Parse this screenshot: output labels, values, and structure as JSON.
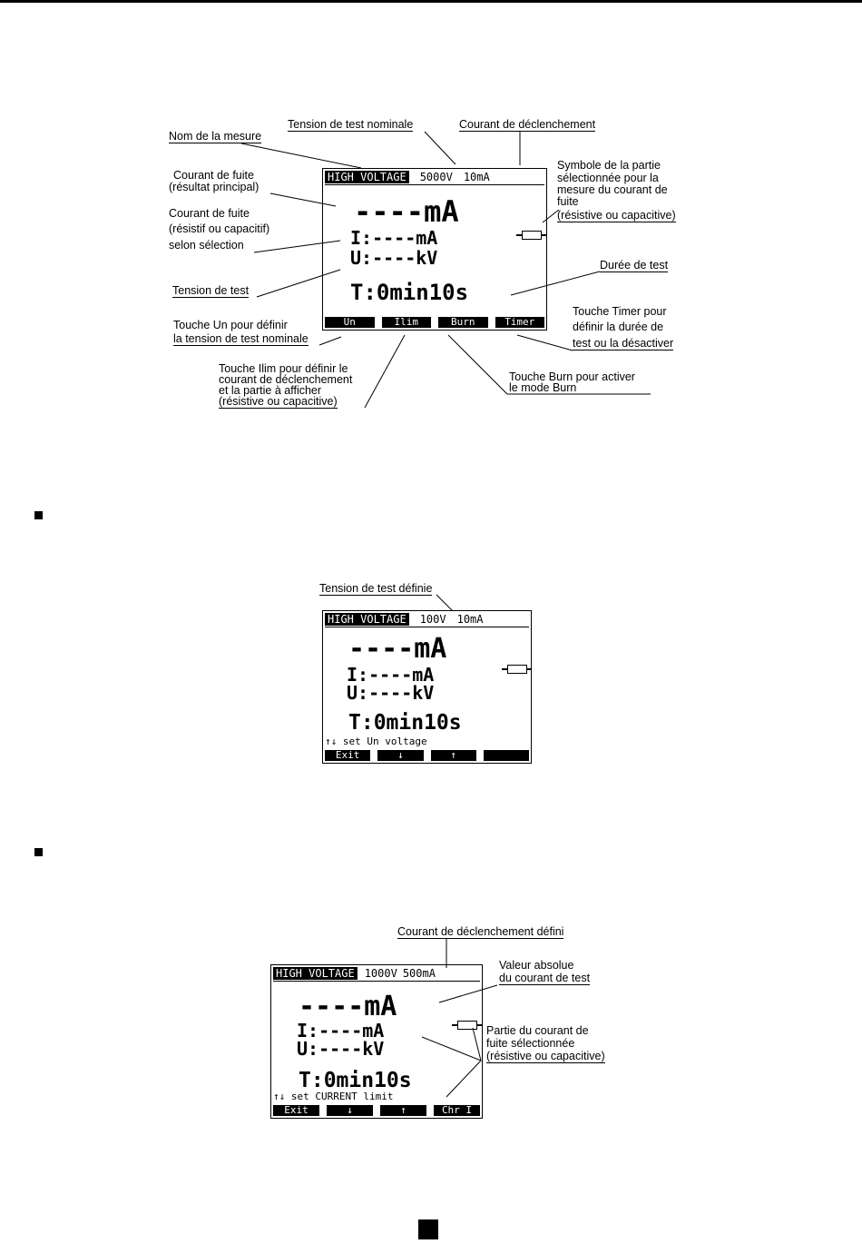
{
  "screen1": {
    "header": {
      "name": "HIGH VOLTAGE",
      "voltage": "5000V",
      "current": "10mA"
    },
    "main": "----mA",
    "i_row": "I:----mA",
    "u_row": "U:----kV",
    "timer": "T:0min10s",
    "fkeys": [
      "Un",
      "Ilim",
      "Burn",
      "Timer"
    ],
    "labels": {
      "nom": "Nom de la mesure",
      "tension_nominale": "Tension de test nominale",
      "courant_declenchement": "Courant de déclenchement",
      "courant_fuite_1": "Courant de fuite",
      "courant_fuite_2": "(résultat principal)",
      "fuite_sel_1": "Courant de fuite",
      "fuite_sel_2": "(résistif ou capacitif)",
      "fuite_sel_3": "selon sélection",
      "tension_test": "Tension de test",
      "symbole_1": "Symbole de la partie",
      "symbole_2": "sélectionnée pour la",
      "symbole_3": "mesure du courant de",
      "symbole_4": "fuite",
      "symbole_5": "(résistive ou capacitive)",
      "duree": "Durée de test",
      "un_1": "Touche Un pour définir",
      "un_2": "la tension de test nominale",
      "timer_1": "Touche Timer pour",
      "timer_2": "définir la durée de",
      "timer_3": "test ou la désactiver",
      "ilim_1": "Touche Ilim pour définir le",
      "ilim_2": "courant de déclenchement",
      "ilim_3": "et la partie à afficher",
      "ilim_4": "(résistive ou capacitive)",
      "burn_1": "Touche Burn pour activer",
      "burn_2": "le mode Burn"
    }
  },
  "screen2": {
    "label": "Tension de test définie",
    "header": {
      "name": "HIGH VOLTAGE",
      "voltage": "100V",
      "current": "10mA"
    },
    "main": "----mA",
    "i_row": "I:----mA",
    "u_row": "U:----kV",
    "timer": "T:0min10s",
    "hint": "↑↓ set Un voltage",
    "fkeys": [
      "Exit",
      "↓",
      "↑",
      ""
    ]
  },
  "screen3": {
    "label": "Courant de déclenchement défini",
    "header": {
      "name": "HIGH VOLTAGE",
      "voltage": "1000V",
      "current": "500mA"
    },
    "main": "----mA",
    "i_row": "I:----mA",
    "u_row": "U:----kV",
    "timer": "T:0min10s",
    "hint": "↑↓ set CURRENT limit",
    "fkeys": [
      "Exit",
      "↓",
      "↑",
      "Chr I"
    ],
    "labels": {
      "abs_1": "Valeur absolue",
      "abs_2": "du courant de test",
      "part_1": "Partie du courant de",
      "part_2": "fuite sélectionnée",
      "part_3": "(résistive ou capacitive)"
    }
  }
}
